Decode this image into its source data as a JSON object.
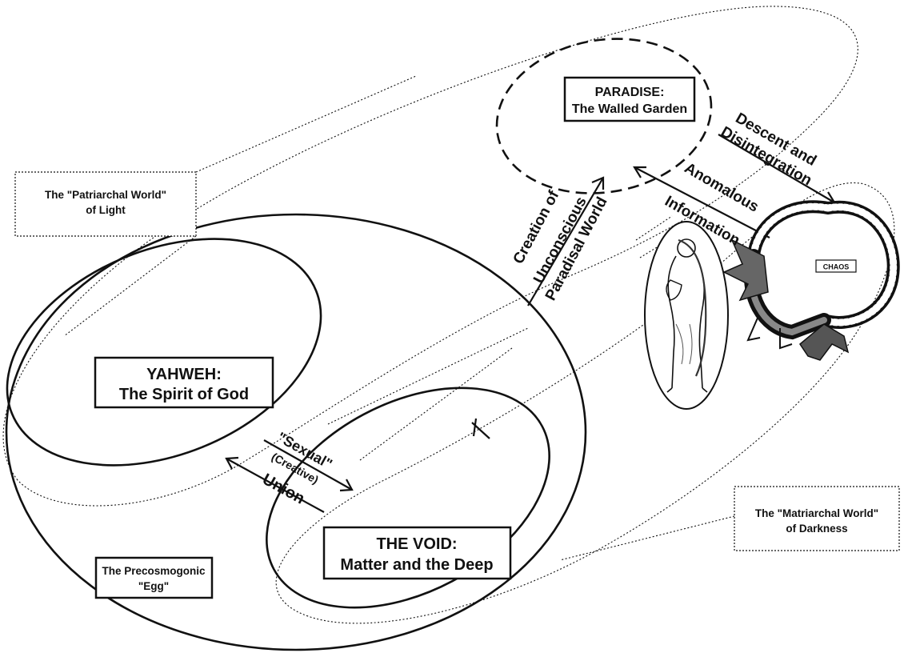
{
  "nodes": {
    "paradise": {
      "line1": "PARADISE:",
      "line2": "The Walled Garden"
    },
    "yahweh": {
      "line1": "YAHWEH:",
      "line2": "The Spirit of God"
    },
    "void": {
      "line1": "THE VOID:",
      "line2": "Matter and the Deep"
    },
    "egg": {
      "line1": "The Precosmogonic",
      "line2": "\"Egg\""
    },
    "patriarchal": {
      "line1": "The \"Patriarchal World\"",
      "line2": "of Light"
    },
    "matriarchal": {
      "line1": "The \"Matriarchal World\"",
      "line2": "of Darkness"
    },
    "chaos": {
      "label": "CHAOS"
    }
  },
  "edges": {
    "descent": {
      "line1": "Descent and",
      "line2": "Disintegration"
    },
    "anomalous": {
      "line1": "Anomalous",
      "line2": "Information"
    },
    "creation": {
      "line1": "Creation of",
      "line2": "Unconscious",
      "line3": "Paradisal World"
    },
    "union": {
      "line1": "\"Sexual\"",
      "line2": "(Creative)",
      "line3": "Union"
    }
  },
  "colors": {
    "ink": "#111111",
    "background": "#ffffff"
  },
  "icons": {
    "figure": "eve-figure-icon",
    "dragon": "dragon-icon"
  }
}
